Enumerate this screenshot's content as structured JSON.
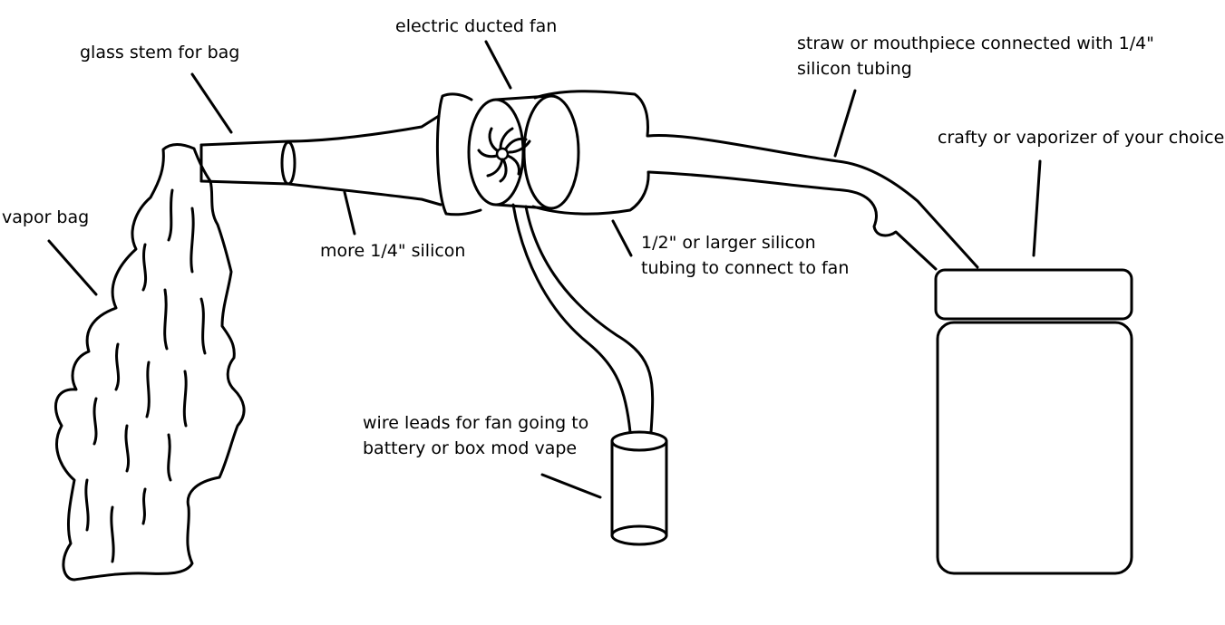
{
  "labels": {
    "electric_ducted_fan": "electric ducted fan",
    "glass_stem_for_bag": "glass stem for bag",
    "straw_line1": "straw or mouthpiece connected with 1/4\"",
    "straw_line2": "silicon tubing",
    "crafty_or_vaporizer": "crafty or vaporizer of your choice",
    "vapor_bag": "vapor bag",
    "more_silicon": "more 1/4\" silicon",
    "larger_silicon_line1": "1/2\" or larger silicon",
    "larger_silicon_line2": "tubing to connect to fan",
    "wire_leads_line1": "wire leads for fan going to",
    "wire_leads_line2": "battery or box mod vape"
  },
  "colors": {
    "background": "#ffffff",
    "ink": "#000000"
  }
}
